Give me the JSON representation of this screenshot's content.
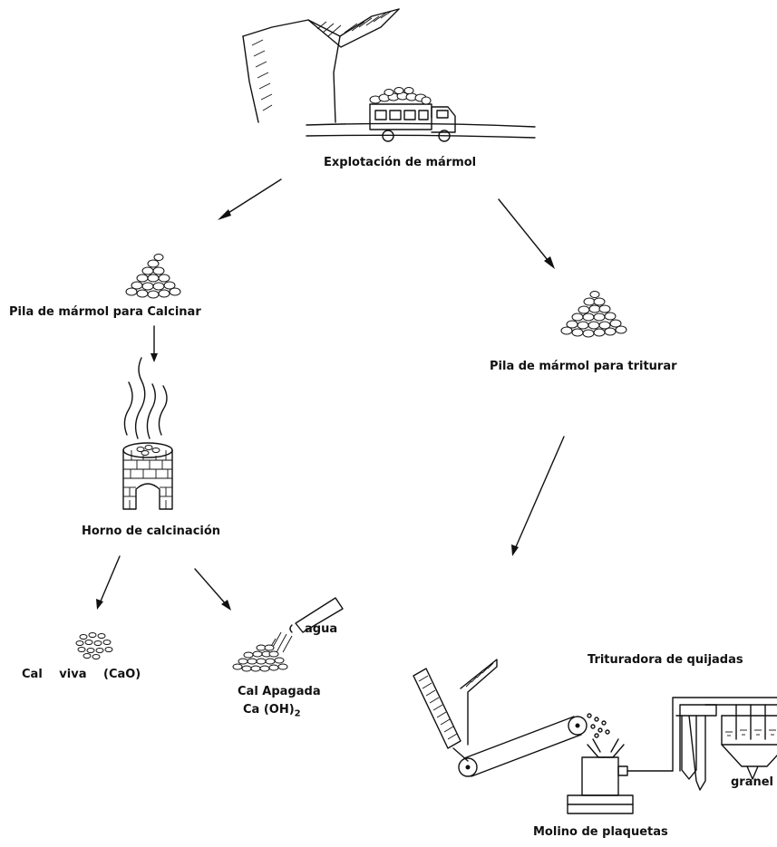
{
  "labels": {
    "quarry": "Explotación de mármol",
    "pile_calcine": "Pila de mármol para Calcinar",
    "pile_crush": "Pila de mármol para triturar",
    "kiln": "Horno de calcinación",
    "quicklime": "Cal viva (CaO)",
    "slaked_lime_line1": "Cal Apagada",
    "slaked_lime_formula": "Ca (OH)",
    "slaked_lime_subscript": "2",
    "water": "agua",
    "jaw_crusher": "Trituradora de quijadas",
    "bulk": "granel",
    "mill": "Molino de plaquetas"
  }
}
